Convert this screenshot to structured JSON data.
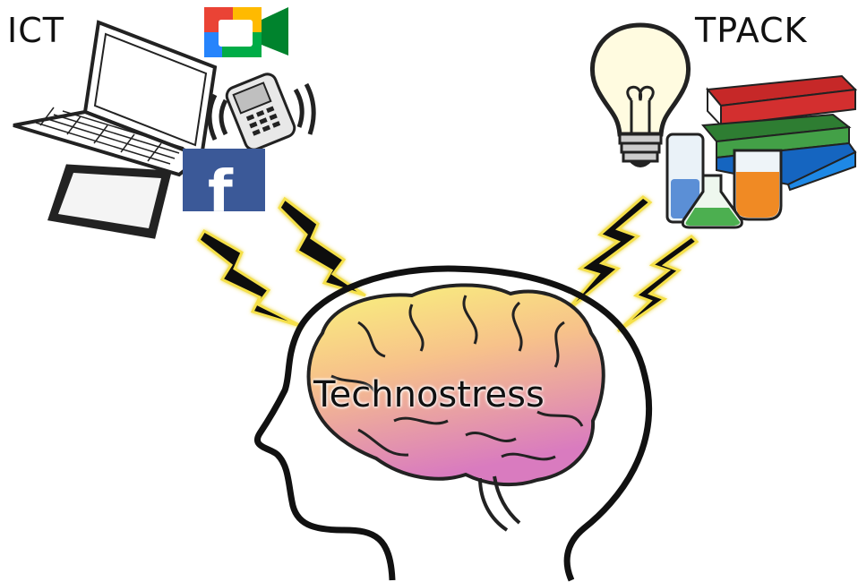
{
  "labels": {
    "left_title": "ICT",
    "right_title": "TPACK",
    "center": "Technostress"
  },
  "icons": [
    "laptop-icon",
    "tablet-icon",
    "video-call-icon",
    "phone-icon",
    "facebook-icon",
    "lightbulb-icon",
    "books-icon",
    "lab-flasks-icon",
    "lightning-icon",
    "head-icon",
    "brain-icon"
  ],
  "colors": {
    "facebook": "#3b5998",
    "lightning_fill": "#000000",
    "lightning_glow": "#f5e04a",
    "brain_top": "#f7f27a",
    "brain_bottom": "#e07ba8"
  }
}
